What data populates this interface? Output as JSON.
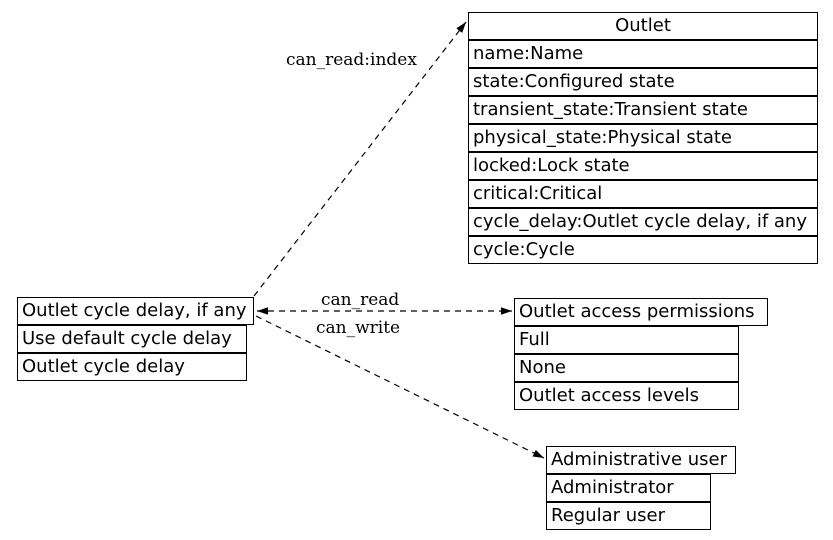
{
  "nodes": {
    "outlet": {
      "header": "Outlet",
      "rows": [
        "name:Name",
        "state:Configured state",
        "transient_state:Transient state",
        "physical_state:Physical state",
        "locked:Lock state",
        "critical:Critical",
        "cycle_delay:Outlet cycle delay, if any",
        "cycle:Cycle"
      ]
    },
    "cycle_delay": {
      "header": "Outlet cycle delay, if any",
      "rows": [
        "Use default cycle delay",
        "Outlet cycle delay"
      ]
    },
    "permissions": {
      "header": "Outlet access permissions",
      "rows": [
        "Full",
        "None",
        "Outlet access levels"
      ]
    },
    "admin": {
      "header": "Administrative user",
      "rows": [
        "Administrator",
        "Regular user"
      ]
    }
  },
  "edge_labels": {
    "read_index": "can_read:index",
    "read": "can_read",
    "write": "can_write"
  },
  "colors": {
    "line": "#000000",
    "text": "#000000",
    "background": "#ffffff"
  }
}
